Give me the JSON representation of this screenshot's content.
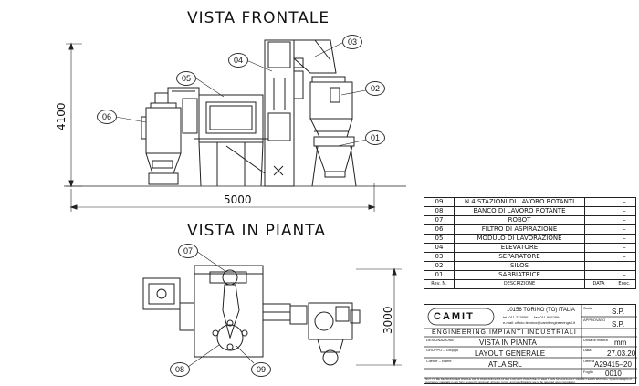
{
  "views": {
    "front_title": "VISTA FRONTALE",
    "plan_title": "VISTA IN PIANTA",
    "front_height": "4100",
    "front_width": "5000",
    "plan_depth": "3000"
  },
  "callouts": {
    "front": [
      "01",
      "02",
      "03",
      "04",
      "05",
      "06"
    ],
    "plan": [
      "07",
      "08",
      "09"
    ]
  },
  "parts_list": {
    "rows": [
      {
        "n": "09",
        "desc": "N.4 STAZIONI DI LAVORO ROTANTI",
        "x": "–"
      },
      {
        "n": "08",
        "desc": "BANCO DI LAVORO ROTANTE",
        "x": "–"
      },
      {
        "n": "07",
        "desc": "ROBOT",
        "x": "–"
      },
      {
        "n": "06",
        "desc": "FILTRO DI ASPIRAZIONE",
        "x": "–"
      },
      {
        "n": "05",
        "desc": "MODULO DI LAVORAZIONE",
        "x": "–"
      },
      {
        "n": "04",
        "desc": "ELEVATORE",
        "x": "–"
      },
      {
        "n": "03",
        "desc": "SEPARATORE",
        "x": "–"
      },
      {
        "n": "02",
        "desc": "SILOS",
        "x": "–"
      },
      {
        "n": "01",
        "desc": "SABBIATRICE",
        "x": "–"
      }
    ],
    "header": {
      "rev": "Rev. N.",
      "desc": "DESCRIZIONE",
      "data": "DATA",
      "esec": "Esec."
    }
  },
  "title_block": {
    "logo": "CAMIT",
    "tagline": "ENGINEERING  IMPIANTI  INDUSTRIALI",
    "address": "10156 TORINO (TO) ITALIA",
    "phone": "tel. 011.2238561 – fax 011.9952864",
    "email": "e-mail: ufficio.tecnico@camitengineeringsrl.it",
    "scale_label": "Scala",
    "scale": "S.P.",
    "approved_label": "APPROVATO",
    "approved": "S.P.",
    "designation_label": "DESIGNAZIONE",
    "designation": "VISTA IN PIANTA",
    "units_label": "Unita di misura",
    "units": "mm",
    "group_label": "GRUPPO – Gruppo",
    "group": "LAYOUT GENERALE",
    "date_label": "Data",
    "date": "27.03.20",
    "client_label": "Cliente – Name",
    "client": "ATLA SRL",
    "order_label": "Offerta",
    "order": "A29415–20",
    "sheet_label": "Foglio",
    "sheet": "0010",
    "disclaimer": "NOT TO BE REPRODUCED WHOLE OR IN PART AND EXPLOITED FOR ANY PURPOSE OTHER THAN SPECIFICALLY PERMITTED IN WRITING. System designs or proprietary materials in any form, except by approval, all tests, forms, and specifications are to be returned upon completion."
  }
}
